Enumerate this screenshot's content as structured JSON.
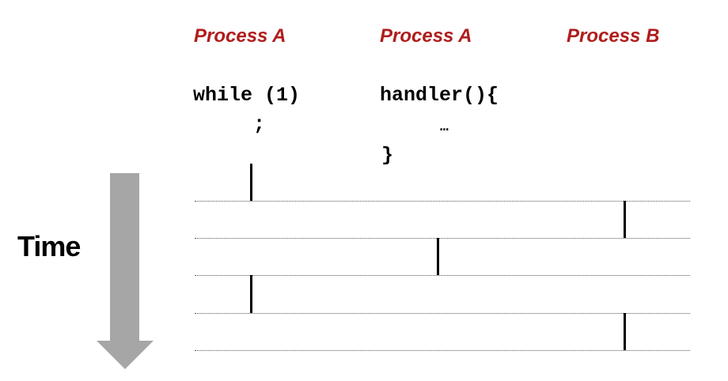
{
  "colors": {
    "header": "#b01c1c",
    "arrow": "#a6a6a6",
    "text": "#000000"
  },
  "headers": [
    "Process A",
    "Process A",
    "Process B"
  ],
  "code": {
    "loop_line1": "while (1)",
    "loop_line2": ";",
    "handler_line1": "handler(){",
    "handler_line2": "…",
    "handler_line3": "}"
  },
  "time_label": "Time"
}
